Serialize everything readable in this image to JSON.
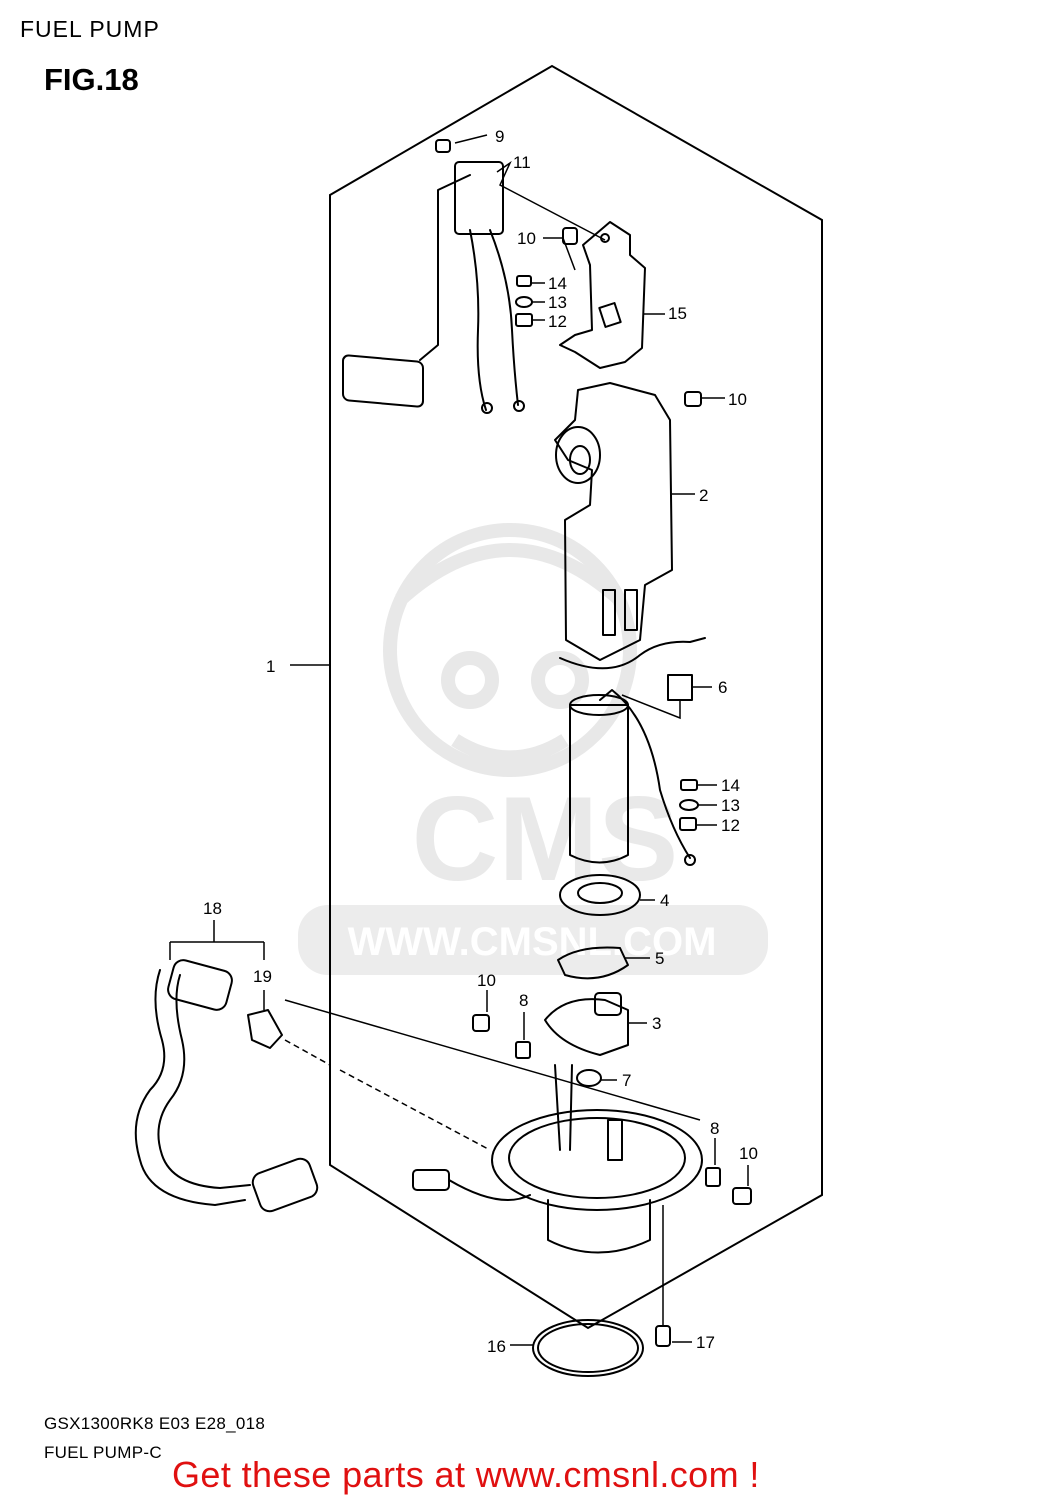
{
  "header": {
    "title": "FUEL PUMP"
  },
  "figure": {
    "label": "FIG.18"
  },
  "callouts": {
    "c1": "1",
    "c2": "2",
    "c3": "3",
    "c4": "4",
    "c5": "5",
    "c6": "6",
    "c7": "7",
    "c8a": "8",
    "c8b": "8",
    "c9": "9",
    "c10a": "10",
    "c10b": "10",
    "c10c": "10",
    "c10d": "10",
    "c11": "11",
    "c12a": "12",
    "c12b": "12",
    "c13a": "13",
    "c13b": "13",
    "c14a": "14",
    "c14b": "14",
    "c15": "15",
    "c16": "16",
    "c17": "17",
    "c18": "18",
    "c19": "19"
  },
  "watermark": {
    "text": "WWW.CMSNL.COM",
    "logo_text": "CMS"
  },
  "footer": {
    "model_code": "GSX1300RK8 E03 E28_018",
    "model_name": "FUEL PUMP-C",
    "cta": "Get these parts at www.cmsnl.com !"
  },
  "colors": {
    "cta": "#e01010",
    "line": "#000000",
    "watermark": "#e6e6e6"
  }
}
